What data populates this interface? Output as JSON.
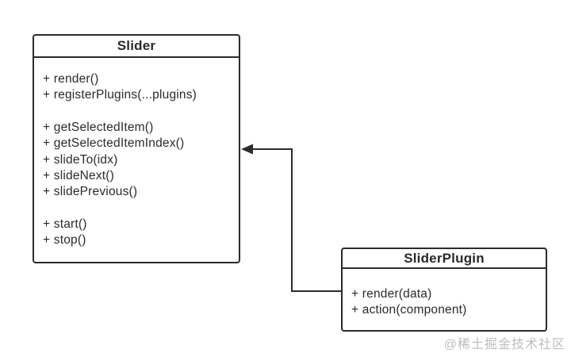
{
  "classes": {
    "slider": {
      "title": "Slider",
      "groups": [
        [
          "+ render()",
          "+ registerPlugins(...plugins)"
        ],
        [
          "+ getSelectedItem()",
          "+ getSelectedItemIndex()",
          "+ slideTo(idx)",
          "+ slideNext()",
          "+ slidePrevious()"
        ],
        [
          "+ start()",
          "+ stop()"
        ]
      ]
    },
    "sliderPlugin": {
      "title": "SliderPlugin",
      "groups": [
        [
          "+ render(data)",
          "+ action(component)"
        ]
      ]
    }
  },
  "relationship": {
    "type": "arrow",
    "from": "SliderPlugin",
    "to": "Slider"
  },
  "watermark": "@稀土掘金技术社区",
  "colors": {
    "line": "#2b2b2b",
    "text": "#2a2a2a",
    "watermark": "#bdbdbd",
    "background": "#ffffff"
  }
}
